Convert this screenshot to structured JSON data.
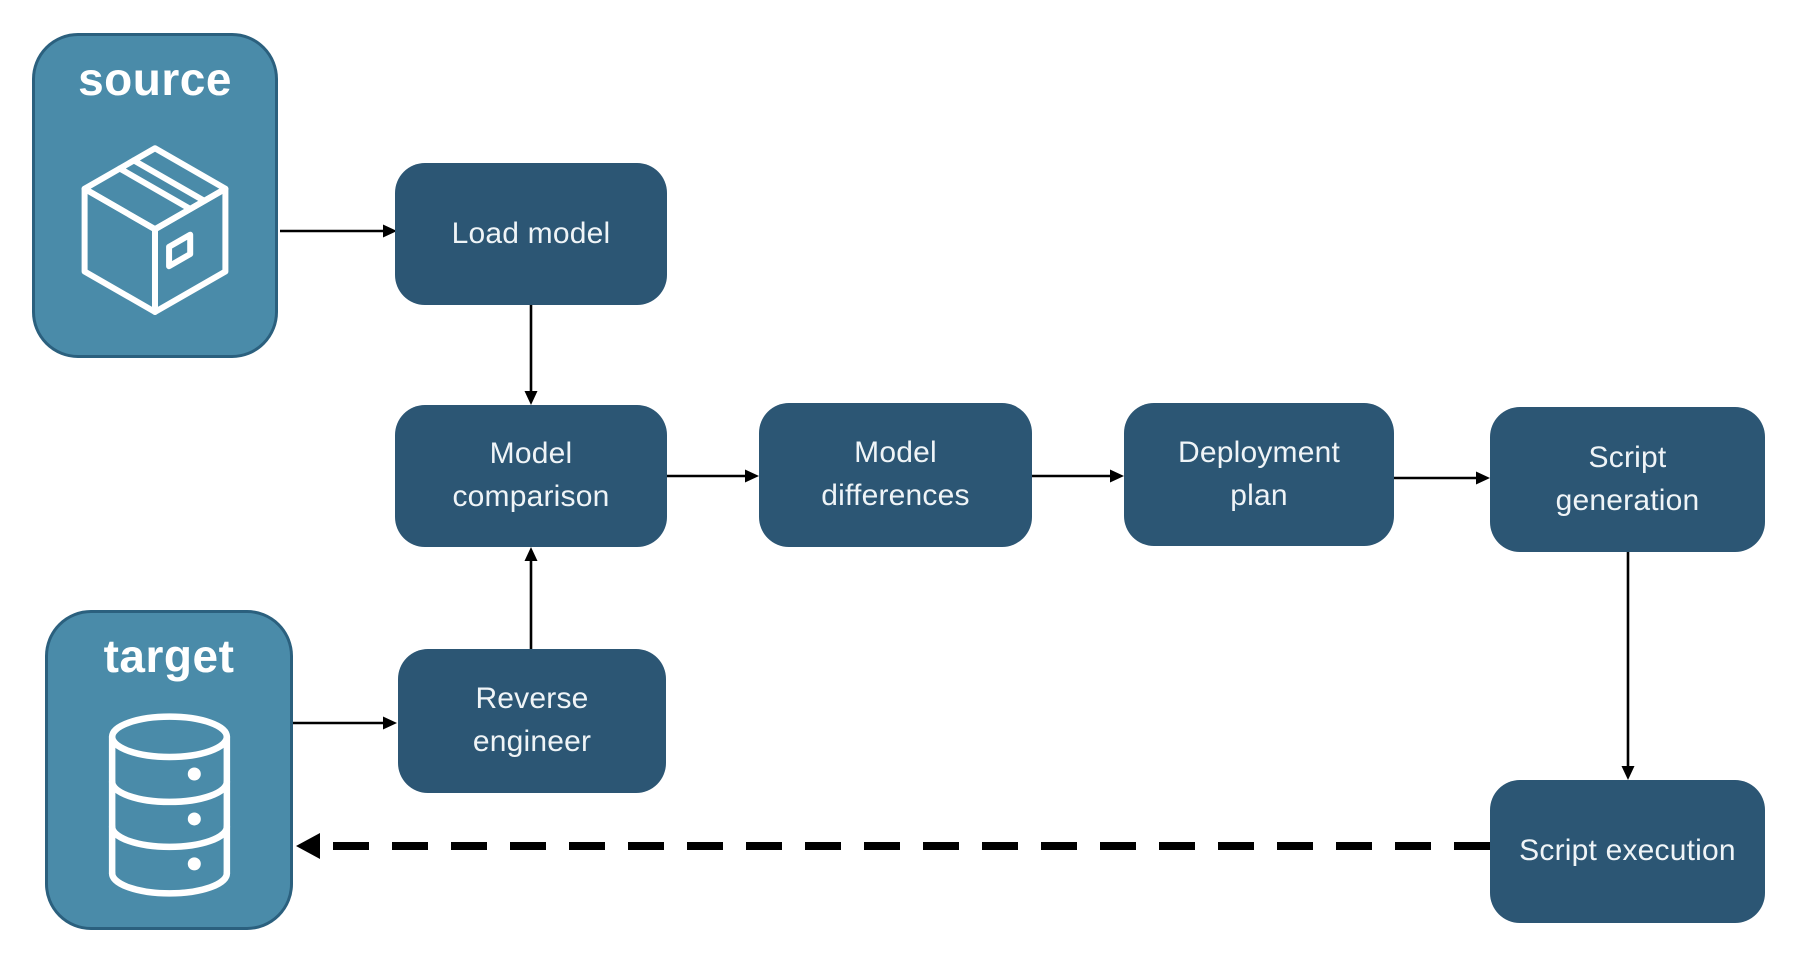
{
  "diagram": {
    "endpoints": {
      "source": {
        "label": "source",
        "icon": "package-icon"
      },
      "target": {
        "label": "target",
        "icon": "database-icon"
      }
    },
    "nodes": {
      "load_model": {
        "label": "Load model"
      },
      "model_comparison": {
        "label": "Model comparison"
      },
      "model_differences": {
        "label": "Model differences"
      },
      "deployment_plan": {
        "label": "Deployment plan"
      },
      "script_generation": {
        "label": "Script generation"
      },
      "reverse_engineer": {
        "label": "Reverse engineer"
      },
      "script_execution": {
        "label": "Script execution"
      }
    },
    "edges": [
      {
        "from": "source",
        "to": "load_model",
        "style": "solid"
      },
      {
        "from": "load_model",
        "to": "model_comparison",
        "style": "solid"
      },
      {
        "from": "model_comparison",
        "to": "model_differences",
        "style": "solid"
      },
      {
        "from": "model_differences",
        "to": "deployment_plan",
        "style": "solid"
      },
      {
        "from": "deployment_plan",
        "to": "script_generation",
        "style": "solid"
      },
      {
        "from": "script_generation",
        "to": "script_execution",
        "style": "solid"
      },
      {
        "from": "reverse_engineer",
        "to": "model_comparison",
        "style": "solid"
      },
      {
        "from": "target",
        "to": "reverse_engineer",
        "style": "solid"
      },
      {
        "from": "script_execution",
        "to": "target",
        "style": "dashed"
      }
    ],
    "colors": {
      "background": "#FFFFFF",
      "node_fill": "#2C5674",
      "node_text": "#EFF4F7",
      "endpoint_fill": "#4A8BA9",
      "endpoint_border": "#2B607E",
      "endpoint_text": "#FFFFFF",
      "arrow": "#000000",
      "icon_stroke": "#FFFFFF"
    }
  }
}
